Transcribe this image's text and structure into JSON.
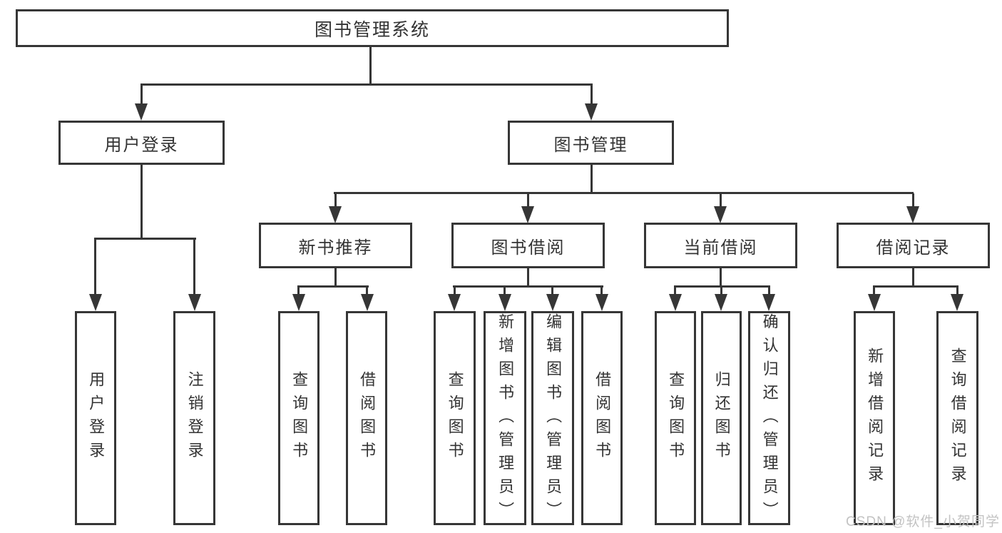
{
  "tree": {
    "root": {
      "label": "图书管理系统"
    },
    "branches": [
      {
        "label": "用户登录",
        "children": [
          {
            "label": "用户登录"
          },
          {
            "label": "注销登录"
          }
        ]
      },
      {
        "label": "图书管理",
        "children": [
          {
            "label": "新书推荐",
            "children": [
              {
                "label": "查询图书"
              },
              {
                "label": "借阅图书"
              }
            ]
          },
          {
            "label": "图书借阅",
            "children": [
              {
                "label": "查询图书"
              },
              {
                "label": "新增图书（管理员）"
              },
              {
                "label": "编辑图书（管理员）"
              },
              {
                "label": "借阅图书"
              }
            ]
          },
          {
            "label": "当前借阅",
            "children": [
              {
                "label": "查询图书"
              },
              {
                "label": "归还图书"
              },
              {
                "label": "确认归还（管理员）"
              }
            ]
          },
          {
            "label": "借阅记录",
            "children": [
              {
                "label": "新增借阅记录"
              },
              {
                "label": "查询借阅记录"
              }
            ]
          }
        ]
      }
    ]
  },
  "watermark": {
    "text": "CSDN @软件_小贺同学"
  },
  "colors": {
    "line": "#363636",
    "text": "#333333",
    "watermark": "#c3c3c3",
    "background": "#ffffff"
  }
}
